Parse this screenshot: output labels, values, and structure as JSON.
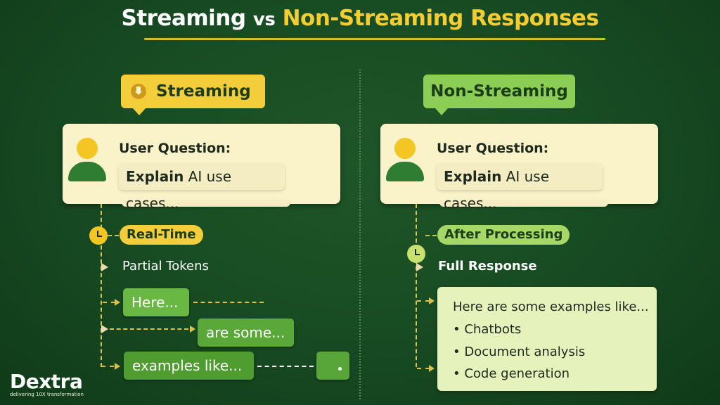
{
  "title": {
    "part1": "Streaming",
    "part2": "vs",
    "part3": "Non-Streaming Responses"
  },
  "streaming": {
    "header": "Streaming",
    "question_label": "User Question:",
    "question_bold": "Explain",
    "question_rest": " AI use cases...",
    "timing": "Real-Time",
    "output_label": "Partial Tokens",
    "tokens": [
      "Here...",
      "are some...",
      "examples like..."
    ]
  },
  "non_streaming": {
    "header": "Non-Streaming",
    "question_label": "User Question:",
    "question_bold": "Explain",
    "question_rest": " AI use cases...",
    "timing": "After Processing",
    "output_label": "Full Response",
    "response_intro": "Here are some examples like...",
    "response_items": [
      "Chatbots",
      "Document analysis",
      "Code generation"
    ]
  },
  "logo": {
    "name": "Dextra",
    "tagline": "delivering 10X transformation"
  },
  "colors": {
    "background": "#174a22",
    "accent_yellow": "#f4cd3a",
    "accent_green": "#8bcd55",
    "token_green": "#6ab844",
    "card": "#faf2c8"
  }
}
